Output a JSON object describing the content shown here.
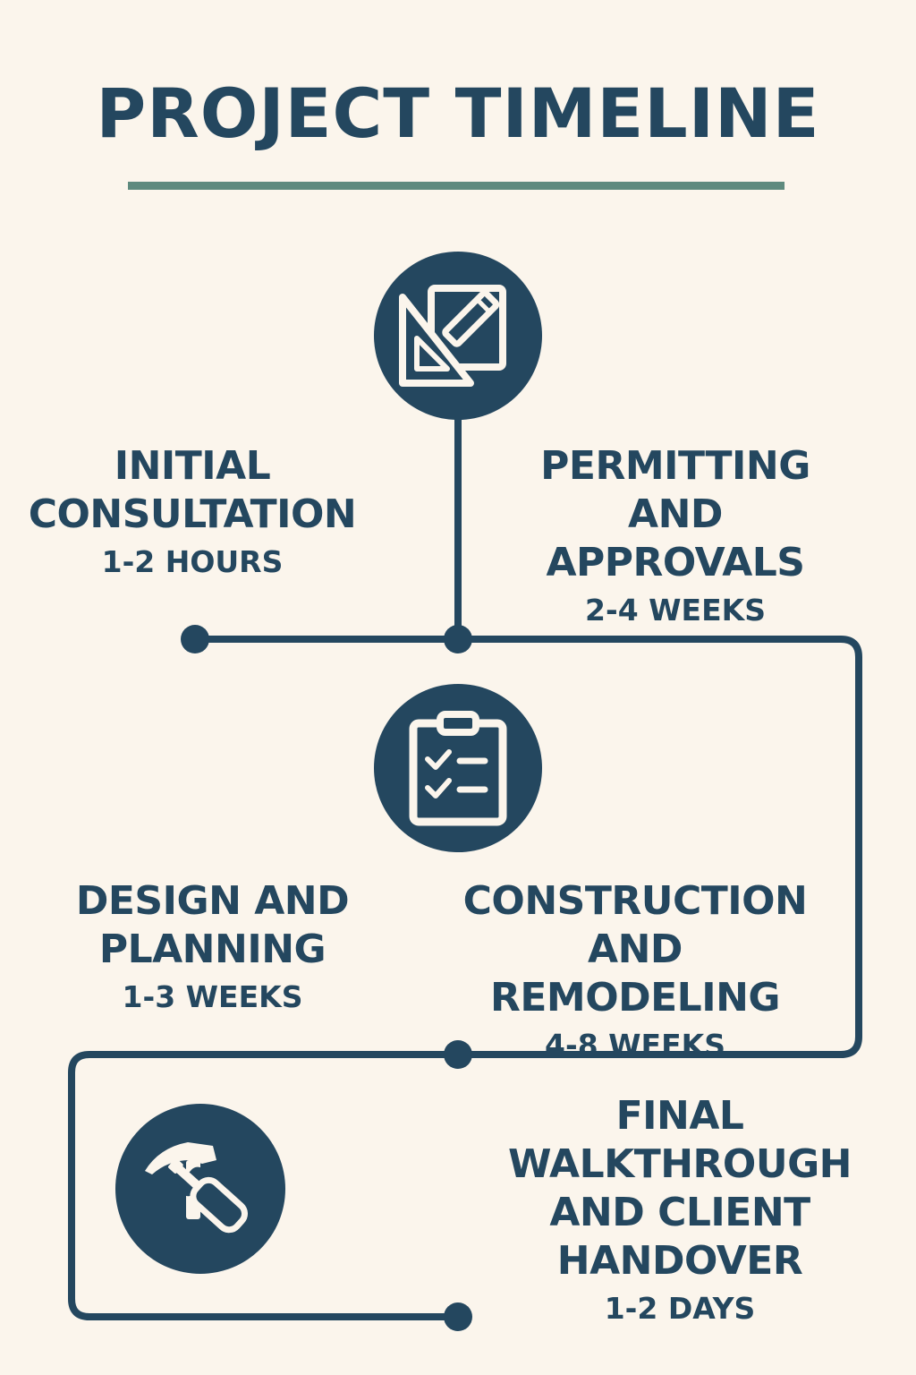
{
  "title": "PROJECT TIMELINE",
  "colors": {
    "background": "#fbf5ec",
    "primary": "#24475f",
    "accent_rule": "#5e8a7e"
  },
  "icons": [
    "drafting-tools-icon",
    "clipboard-checklist-icon",
    "hammer-screwdriver-icon"
  ],
  "steps": [
    {
      "name": "INITIAL\nCONSULTATION",
      "duration": "1-2 HOURS"
    },
    {
      "name": "PERMITTING\nAND APPROVALS",
      "duration": "2-4 WEEKS"
    },
    {
      "name": "DESIGN AND\nPLANNING",
      "duration": "1-3 WEEKS"
    },
    {
      "name": "CONSTRUCTION\nAND REMODELING",
      "duration": "4-8 WEEKS"
    },
    {
      "name": "FINAL\nWALKTHROUGH\nAND CLIENT\nHANDOVER",
      "duration": "1-2 DAYS"
    }
  ]
}
